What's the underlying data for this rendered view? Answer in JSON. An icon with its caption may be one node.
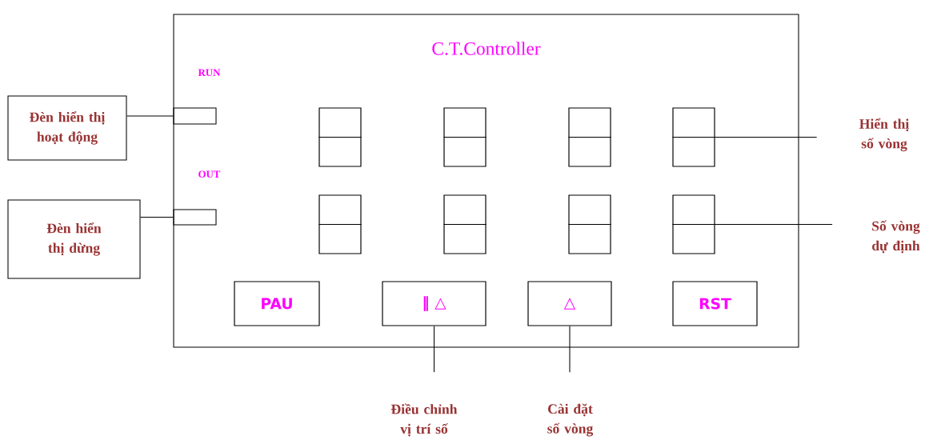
{
  "diagram": {
    "nodes": [
      {
        "text": [
          "C.T.Controller"
        ]
      },
      {
        "text": [],
        "shape": "box",
        "in": 0,
        "beside": [
          "RUN"
        ]
      },
      {
        "text": [],
        "shape": "box",
        "in": 0,
        "beside": [
          "OUT"
        ]
      },
      {
        "text": [],
        "shape": "box",
        "in": 0
      },
      {
        "text": [],
        "shape": "box",
        "in": 0
      },
      {
        "text": [],
        "shape": "box",
        "in": 0
      },
      {
        "text": [],
        "shape": "box",
        "in": 0
      },
      {
        "text": [],
        "shape": "box",
        "in": 0
      },
      {
        "text": [],
        "shape": "box",
        "in": 0
      },
      {
        "text": [],
        "shape": "box",
        "in": 0
      },
      {
        "text": [],
        "shape": "box",
        "in": 0
      },
      {
        "text": [
          "PAU"
        ],
        "in": 0
      },
      {
        "text": [
          "‖ △"
        ],
        "in": 0
      },
      {
        "text": [
          "△"
        ],
        "in": 0
      },
      {
        "text": [
          "RST"
        ],
        "in": 0
      },
      {
        "text": [
          "Đèn hiển thị hoạt động"
        ]
      },
      {
        "text": [
          "Đèn hiển thị dừng"
        ]
      },
      {
        "text": [
          "Hiển thị số vòng"
        ]
      },
      {
        "text": [
          "Số vòng dự định"
        ]
      },
      {
        "text": [
          "Điều chỉnh vị trí số"
        ]
      },
      {
        "text": [
          "Cài đặt số vòng"
        ]
      }
    ],
    "edges": [
      {
        "from": 15,
        "to": 1,
        "arrow": "none"
      },
      {
        "from": 16,
        "to": 2,
        "arrow": "none"
      },
      {
        "from": 17,
        "to": 6,
        "arrow": "none"
      },
      {
        "from": 18,
        "to": 10,
        "arrow": "none"
      },
      {
        "from": 19,
        "to": 12,
        "arrow": "none"
      },
      {
        "from": 20,
        "to": 13,
        "arrow": "none"
      }
    ]
  }
}
